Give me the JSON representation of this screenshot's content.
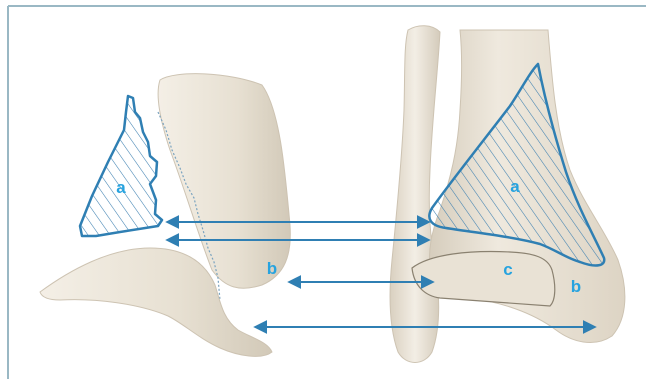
{
  "colors": {
    "frame": "#9ab8c4",
    "bone_fill": "#ece6da",
    "bone_shade": "#cfc6b6",
    "outline": "#2f7fb3",
    "hatch": "#3c7fb0",
    "arrow": "#2f7fb3",
    "label": "#27a3df"
  },
  "labels": {
    "left_fragment": "a",
    "right_fragment": "a",
    "left_b": "b",
    "right_b": "b",
    "c": "c"
  },
  "arrows": [
    {
      "name": "arrow-upper-1",
      "direction": "double-headed"
    },
    {
      "name": "arrow-upper-2",
      "direction": "double-headed"
    },
    {
      "name": "arrow-middle",
      "direction": "double-headed"
    },
    {
      "name": "arrow-lower",
      "direction": "double-headed"
    }
  ]
}
